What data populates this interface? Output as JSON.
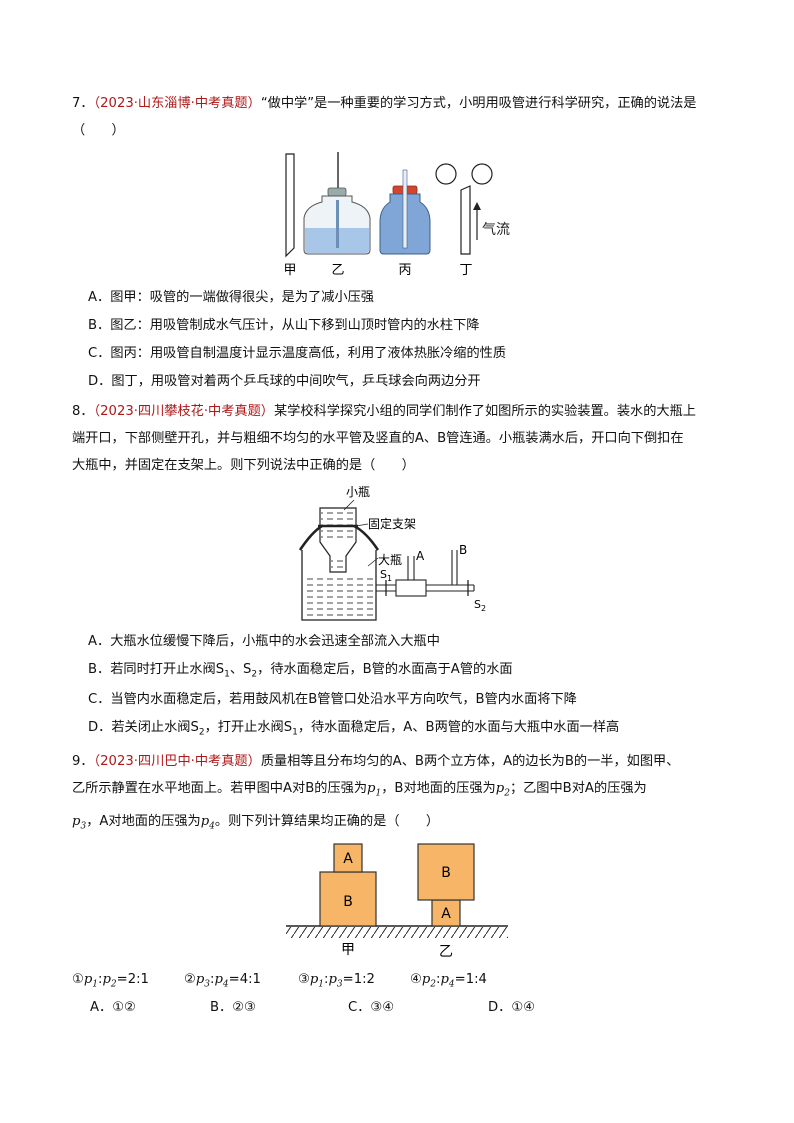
{
  "q7": {
    "number": "7．",
    "source": "（2023·山东淄博·中考真题）",
    "stem": "“做中学”是一种重要的学习方式，小明用吸管进行科学研究，正确的说法是",
    "blank": "（　　）",
    "figure_labels": [
      "甲",
      "乙",
      "丙",
      "丁"
    ],
    "airflow_label": "气流",
    "options": [
      "A．图甲：吸管的一端做得很尖，是为了减小压强",
      "B．图乙：用吸管制成水气压计，从山下移到山顶时管内的水柱下降",
      "C．图丙：用吸管自制温度计显示温度高低，利用了液体热胀冷缩的性质",
      "D．图丁，用吸管对着两个乒乓球的中间吹气，乒乓球会向两边分开"
    ]
  },
  "q8": {
    "number": "8．",
    "source": "（2023·四川攀枝花·中考真题）",
    "stem_line1": "某学校科学探究小组的同学们制作了如图所示的实验装置。装水的大瓶上",
    "stem_line2": "端开口，下部侧壁开孔，并与粗细不均匀的水平管及竖直的A、B管连通。小瓶装满水后，开口向下倒扣在",
    "stem_line3": "大瓶中，并固定在支架上。则下列说法中正确的是（　　）",
    "figure_labels": {
      "small_bottle": "小瓶",
      "stand": "固定支架",
      "big_bottle": "大瓶",
      "tube_a": "A",
      "tube_b": "B",
      "valve1": "S",
      "valve1_sub": "1",
      "valve2": "S",
      "valve2_sub": "2"
    },
    "options": {
      "a": "A．大瓶水位缓慢下降后，小瓶中的水会迅速全部流入大瓶中",
      "b_pre": "B．若同时打开止水阀S",
      "b_sub1": "1",
      "b_mid": "、S",
      "b_sub2": "2",
      "b_post": "，待水面稳定后，B管的水面高于A管的水面",
      "c": "C．当管内水面稳定后，若用鼓风机在B管管口处沿水平方向吹气，B管内水面将下降",
      "d_pre": "D．若关闭止水阀S",
      "d_sub1": "2",
      "d_mid": "，打开止水阀S",
      "d_sub2": "1",
      "d_post": "，待水面稳定后，A、B两管的水面与大瓶中水面一样高"
    }
  },
  "q9": {
    "number": "9．",
    "source": "（2023·四川巴中·中考真题）",
    "line1": "质量相等且分布均匀的A、B两个立方体，A的边长为B的一半，如图甲、",
    "line2_a": "乙所示静置在水平地面上。若甲图中A对B的压强为",
    "p1": "p",
    "p1_sub": "1",
    "line2_b": "，B对地面的压强为",
    "p2": "p",
    "p2_sub": "2",
    "line2_c": "；乙图中B对A的压强为",
    "p3": "p",
    "p3_sub": "3",
    "line3_a": "，A对地面的压强为",
    "p4": "p",
    "p4_sub": "4",
    "line3_b": "。则下列计算结果均正确的是（　　）",
    "figure": {
      "jia_top": "A",
      "jia_bottom": "B",
      "yi_top": "B",
      "yi_bottom": "A",
      "jia_label": "甲",
      "yi_label": "乙"
    },
    "statements": [
      {
        "num": "①",
        "a": "p",
        "as": "1",
        "b": "p",
        "bs": "2",
        "ratio": "=2:1"
      },
      {
        "num": "②",
        "a": "p",
        "as": "3",
        "b": "p",
        "bs": "4",
        "ratio": "=4:1"
      },
      {
        "num": "③",
        "a": "p",
        "as": "1",
        "b": "p",
        "bs": "3",
        "ratio": "=1:2"
      },
      {
        "num": "④",
        "a": "p",
        "as": "2",
        "b": "p",
        "bs": "4",
        "ratio": "=1:4"
      }
    ],
    "choices": [
      "A．①②",
      "B．②③",
      "C．③④",
      "D．①④"
    ]
  }
}
